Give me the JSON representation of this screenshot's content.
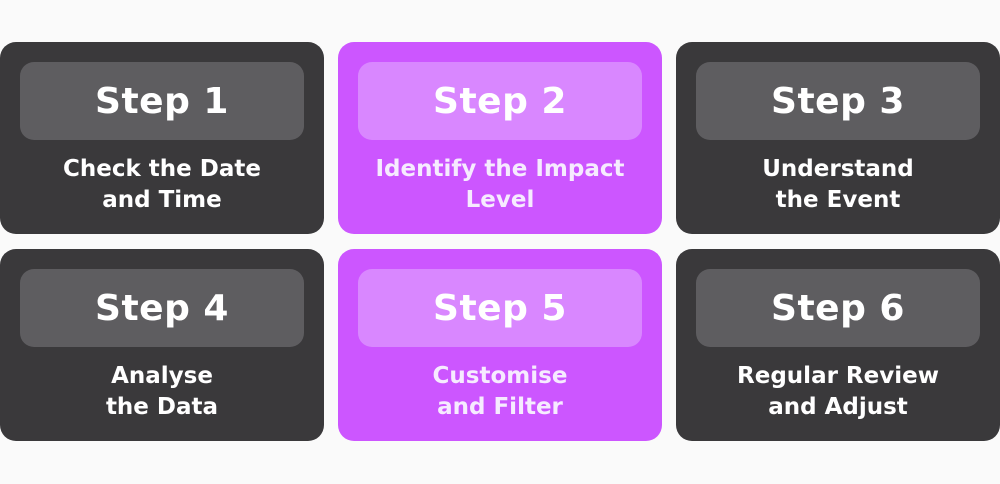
{
  "steps": [
    {
      "title": "Step 1",
      "lines": [
        "Check the Date",
        "and Time"
      ]
    },
    {
      "title": "Step 2",
      "lines": [
        "Identify the Impact",
        "Level"
      ]
    },
    {
      "title": "Step 3",
      "lines": [
        "Understand",
        "the Event"
      ]
    },
    {
      "title": "Step 4",
      "lines": [
        "Analyse",
        "the Data"
      ]
    },
    {
      "title": "Step 5",
      "lines": [
        "Customise",
        "and Filter"
      ]
    },
    {
      "title": "Step 6",
      "lines": [
        "Regular Review",
        "and Adjust"
      ]
    }
  ],
  "colors": {
    "dark_card": "#3a393b",
    "dark_header": "#5e5d60",
    "accent_card": "#cc56ff",
    "accent_header": "#d987ff",
    "background": "#fafafa"
  }
}
